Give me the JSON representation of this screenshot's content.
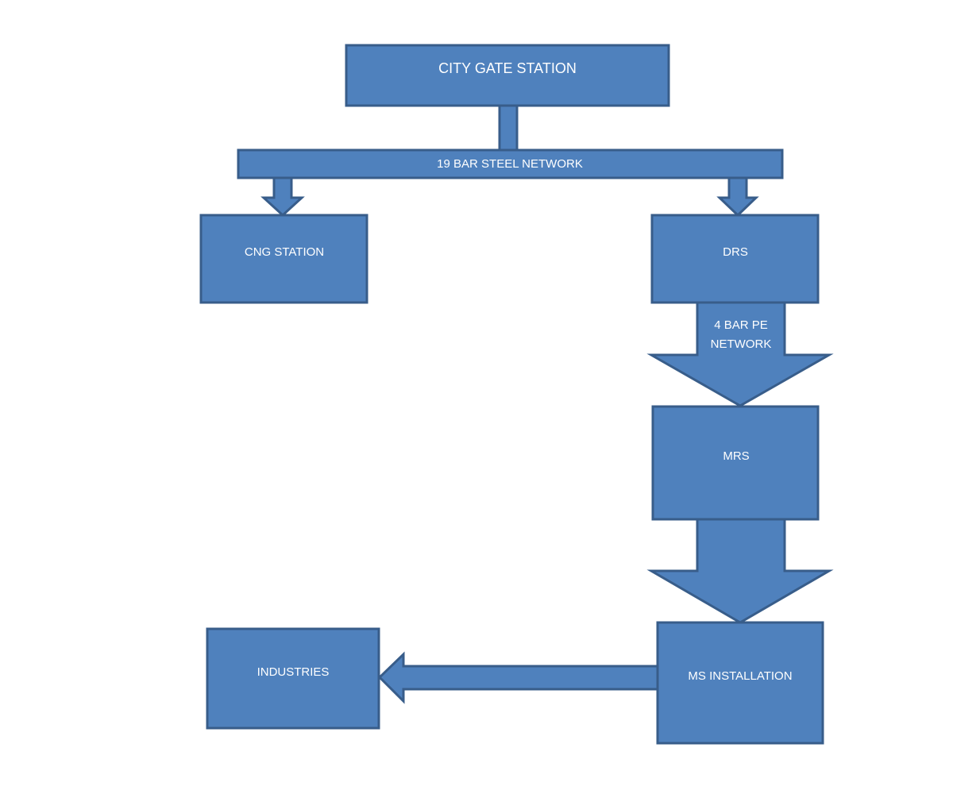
{
  "diagram": {
    "nodes": {
      "city_gate_station": "CITY GATE STATION",
      "cng_station": "CNG STATION",
      "drs": "DRS",
      "mrs": "MRS",
      "ms_installation": "MS INSTALLATION",
      "industries": "INDUSTRIES"
    },
    "connectors": {
      "steel_network": "19 BAR STEEL NETWORK",
      "pe_network_line1": "4 BAR PE",
      "pe_network_line2": "NETWORK"
    },
    "colors": {
      "fill": "#4f81bd",
      "stroke": "#385d8a",
      "text": "#ffffff"
    }
  }
}
